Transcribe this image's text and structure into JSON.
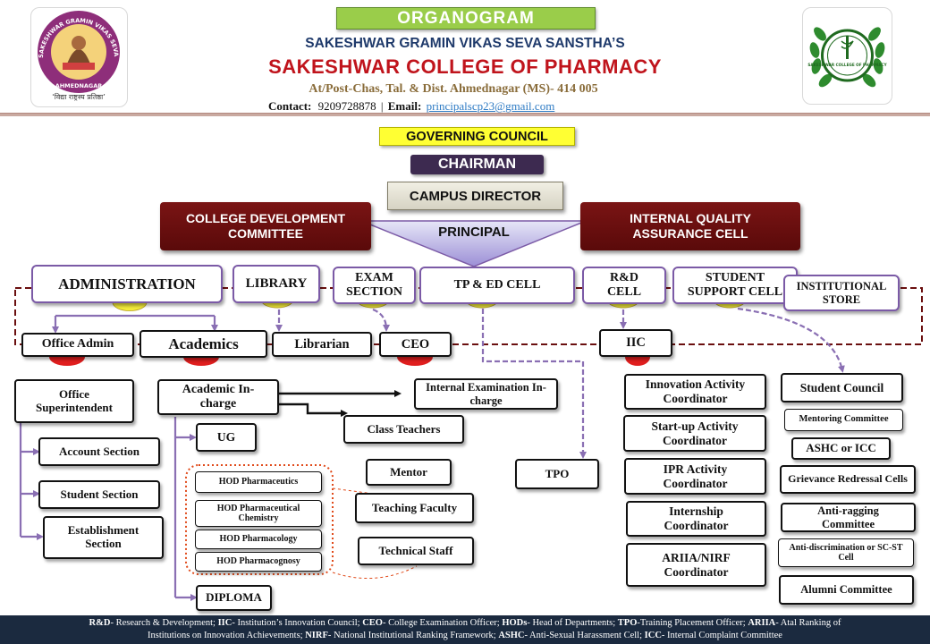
{
  "header": {
    "banner": "ORGANOGRAM",
    "trust_name": "SAKESHWAR GRAMIN VIKAS SEVA SANSTHA’S",
    "college_name": "SAKESHWAR COLLEGE OF PHARMACY",
    "address": "At/Post-Chas, Tal. & Dist. Ahmednagar (MS)- 414 005",
    "contact_label": "Contact:",
    "phone": "9209728878",
    "separator": "|",
    "email_label": "Email:",
    "email": "principalscp23@gmail.com"
  },
  "logos": {
    "left": {
      "ring_text": "SAKESHWAR GRAMIN VIKAS SEVA SANSTHA",
      "bottom_text": "AHMEDNAGAR",
      "motto": "‘विद्या राष्ट्रस्य प्रतिष्ठा’",
      "colors": {
        "ring": "#8e2e7a",
        "inner": "#f4d27a"
      }
    },
    "right": {
      "inner_text": "SAKESHWAR COLLEGE OF PHARMACY",
      "colors": {
        "wreath": "#2e8b2e",
        "ring": "#1f6a1f"
      }
    }
  },
  "colors": {
    "maroon": "#6a0f0f",
    "chairman_bg": "#3d2a50",
    "governing_bg": "#ffff33",
    "banner_bg": "#9acd4a",
    "connector": "#8a6fb3",
    "yellow_dot": "#f2ea3a",
    "red_dot": "#e01e1e",
    "title_blue": "#1f3a6b",
    "title_red": "#c0141c",
    "footer_bg": "#1b2a3f"
  },
  "chart": {
    "governing_council": "GOVERNING COUNCIL",
    "chairman": "CHAIRMAN",
    "campus_director": "CAMPUS DIRECTOR",
    "cdc": "COLLEGE DEVELOPMENT COMMITTEE",
    "iqac": "INTERNAL QUALITY ASSURANCE CELL",
    "principal": "PRINCIPAL",
    "departments": {
      "administration": "ADMINISTRATION",
      "library": "LIBRARY",
      "exam_section": "EXAM SECTION",
      "tp_ed_cell": "TP & ED CELL",
      "rd_cell": "R&D CELL",
      "student_support_cell": "STUDENT SUPPORT CELL",
      "institutional_store": "INSTITUTIONAL STORE"
    },
    "level2": {
      "office_admin": "Office Admin",
      "academics": "Academics",
      "librarian": "Librarian",
      "ceo": "CEO",
      "iic": "IIC"
    },
    "admin_branch": {
      "office_superintendent": "Office Superintendent",
      "account_section": "Account Section",
      "student_section": "Student Section",
      "establishment_section": "Establishment Section"
    },
    "academic_branch": {
      "academic_incharge": "Academic In-charge",
      "ug": "UG",
      "hods": [
        "HOD Pharmaceutics",
        "HOD Pharmaceutical Chemistry",
        "HOD Pharmacology",
        "HOD Pharmacognosy"
      ],
      "diploma": "DIPLOMA",
      "internal_exam_incharge": "Internal Examination In-charge",
      "class_teachers": "Class Teachers",
      "mentor": "Mentor",
      "teaching_faculty": "Teaching Faculty",
      "technical_staff": "Technical Staff"
    },
    "tpo": "TPO",
    "iic_branch": [
      "Innovation Activity Coordinator",
      "Start-up Activity Coordinator",
      "IPR Activity Coordinator",
      "Internship Coordinator",
      "ARIIA/NIRF Coordinator"
    ],
    "student_branch": [
      "Student Council",
      "Mentoring Committee",
      "ASHC or ICC",
      "Grievance Redressal Cells",
      "Anti-ragging Committee",
      "Anti-discrimination or SC-ST Cell",
      "Alumni Committee"
    ]
  },
  "footer": {
    "line1": [
      {
        "abbr": "R&D",
        "text": "- Research & Development; "
      },
      {
        "abbr": "IIC",
        "text": "- Institution’s Innovation Council; "
      },
      {
        "abbr": "CEO",
        "text": "- College Examination Officer; "
      },
      {
        "abbr": "HODs",
        "text": "- Head of Departments; "
      },
      {
        "abbr": "TPO",
        "text": "-Training Placement Officer; "
      },
      {
        "abbr": "ARIIA",
        "text": "- Atal Ranking of"
      }
    ],
    "line2": [
      {
        "abbr": "",
        "text": "Institutions on Innovation Achievements; "
      },
      {
        "abbr": "NIRF",
        "text": "- National Institutional Ranking Framework; "
      },
      {
        "abbr": "ASHC",
        "text": "- Anti-Sexual Harassment Cell; "
      },
      {
        "abbr": "ICC",
        "text": "- Internal Complaint Committee"
      }
    ]
  }
}
